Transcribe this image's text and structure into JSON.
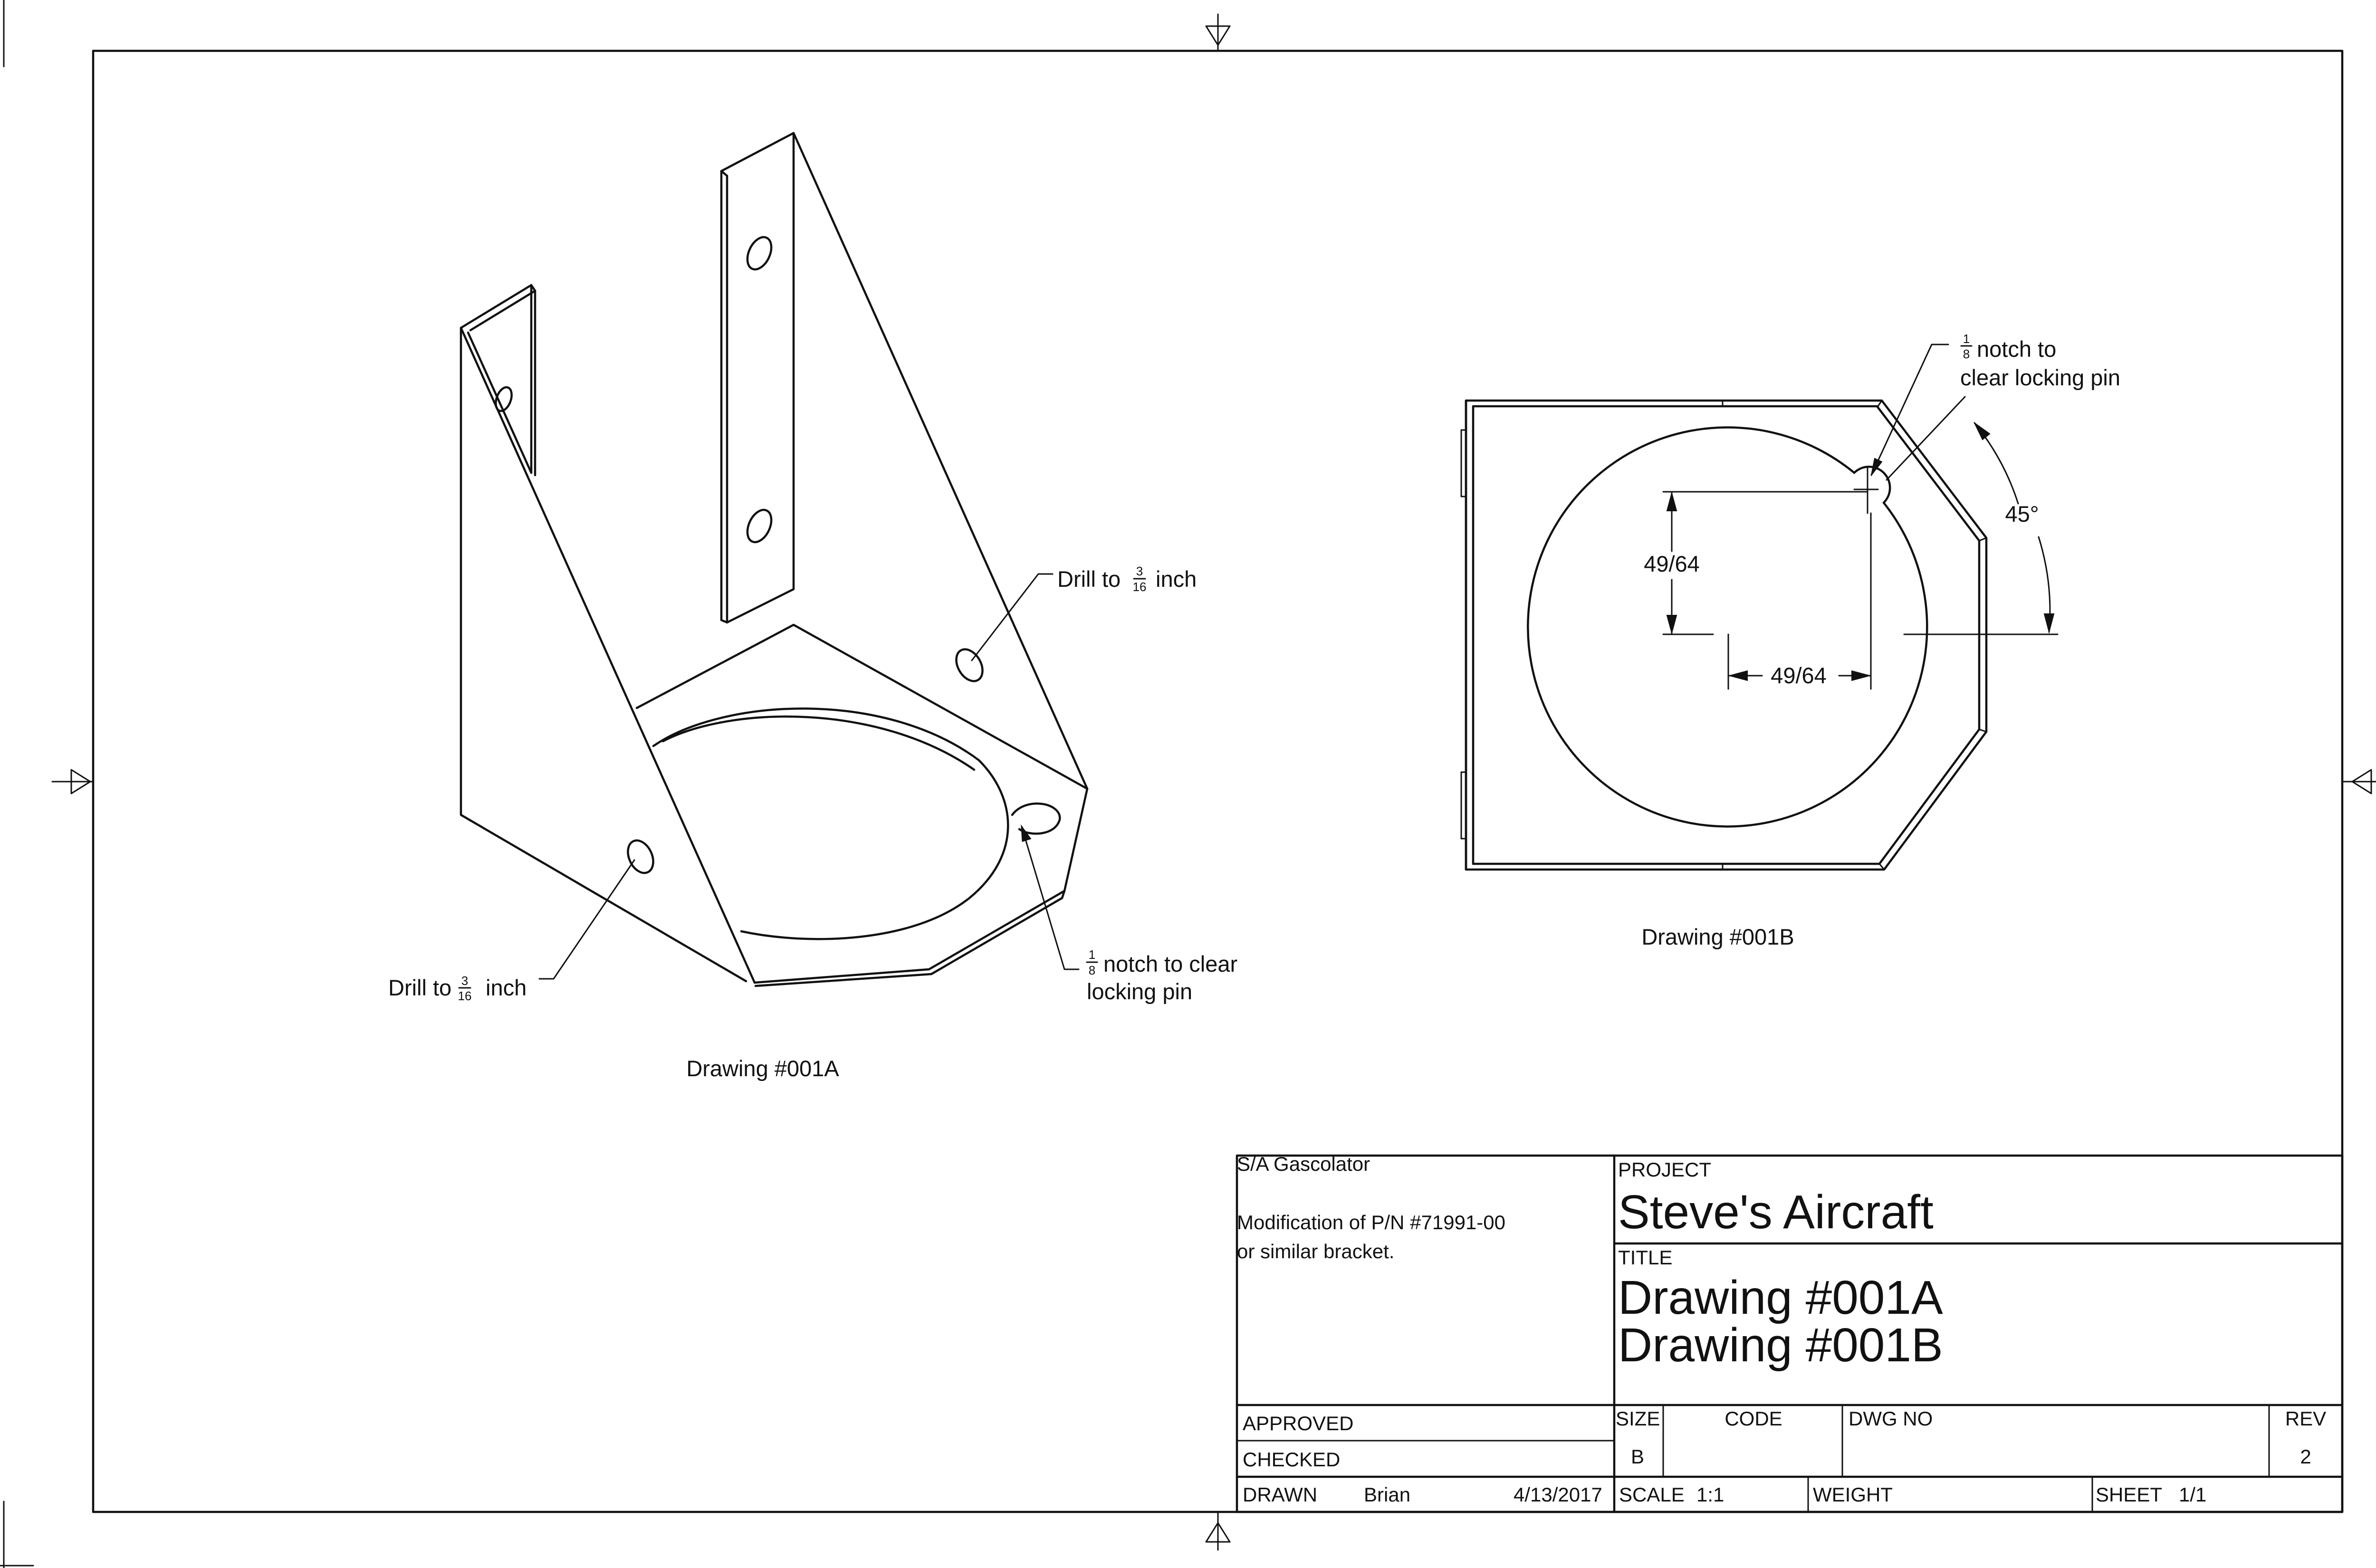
{
  "drawing_a": {
    "caption": "Drawing #001A",
    "drill_left": {
      "pre": "Drill to",
      "num": "3",
      "den": "16",
      "post": "inch"
    },
    "drill_right": {
      "pre": "Drill to",
      "num": "3",
      "den": "16",
      "post": "inch"
    },
    "notch": {
      "num": "1",
      "den": "8",
      "line1": "notch to clear",
      "line2": "locking pin"
    }
  },
  "drawing_b": {
    "caption": "Drawing #001B",
    "notch": {
      "num": "1",
      "den": "8",
      "line1": "notch to",
      "line2": "clear locking pin"
    },
    "dim_vertical": "49/64",
    "dim_horizontal": "49/64",
    "angle": "45°"
  },
  "title_block": {
    "notes_title": "S/A Gascolator",
    "notes_line1": "Modification of P/N #71991-00",
    "notes_line2": "or similar bracket.",
    "project_label": "PROJECT",
    "project": "Steve's Aircraft",
    "title_label": "TITLE",
    "title_line1": "Drawing #001A",
    "title_line2": "Drawing #001B",
    "approved_label": "APPROVED",
    "checked_label": "CHECKED",
    "drawn_label": "DRAWN",
    "drawn_by": "Brian",
    "drawn_date": "4/13/2017",
    "size_label": "SIZE",
    "size": "B",
    "code_label": "CODE",
    "dwgno_label": "DWG NO",
    "rev_label": "REV",
    "rev": "2",
    "scale_label": "SCALE",
    "scale": "1:1",
    "weight_label": "WEIGHT",
    "sheet_label": "SHEET",
    "sheet": "1/1"
  }
}
